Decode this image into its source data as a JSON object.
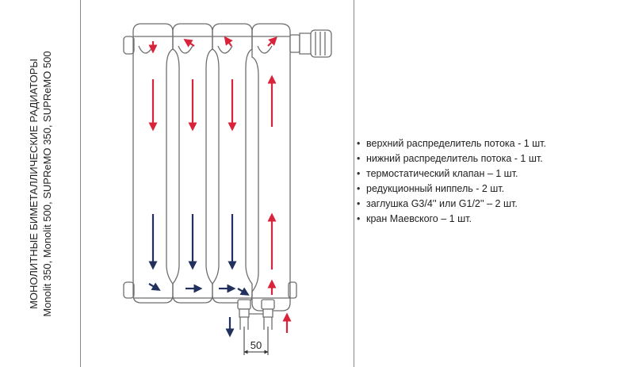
{
  "title": {
    "line1": "МОНОЛИТНЫЕ БИМЕТАЛЛИЧЕСКИЕ РАДИАТОРЫ",
    "line2": "Monolit 350, Monolit 500, SUPReMO 350, SUPReMO 500"
  },
  "dimension": {
    "label": "50"
  },
  "components": [
    "верхний распределитель потока - 1 шт.",
    "нижний распределитель потока - 1 шт.",
    "термостатический клапан – 1 шт.",
    "редукционный ниппель - 2 шт.",
    "заглушка G3/4'' или G1/2'' – 2 шт.",
    "кран Маевского – 1 шт."
  ],
  "bullet": "•",
  "colors": {
    "hot": "#d8233a",
    "cold": "#22305e",
    "outline": "#6e6e6e",
    "frame": "#8a8a8a"
  },
  "icons": [
    "thermostatic-valve-icon",
    "flow-arrow-icon"
  ]
}
